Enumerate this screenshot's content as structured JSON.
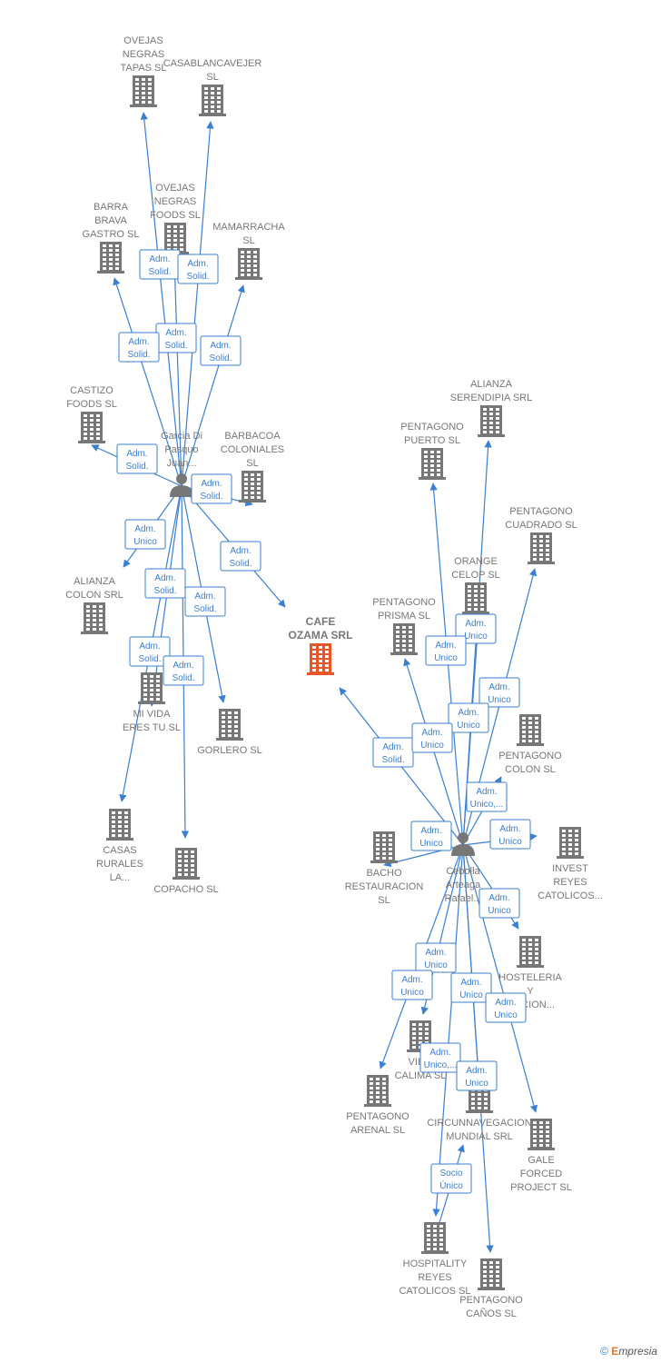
{
  "colors": {
    "edge": "#3a7fd0",
    "company": "#777777",
    "focus": "#e8562a",
    "person": "#777777"
  },
  "footer": {
    "copyright": "©",
    "brand_e": "E",
    "brand_rest": "mpresia"
  },
  "nodes": [
    {
      "id": "ovejas_tapas",
      "type": "company",
      "label": [
        "OVEJAS",
        "NEGRAS",
        "TAPAS  SL"
      ]
    },
    {
      "id": "casablanca",
      "type": "company",
      "label": [
        "CASABLANCAVEJER",
        "SL"
      ]
    },
    {
      "id": "ovejas_foods",
      "type": "company",
      "label": [
        "OVEJAS",
        "NEGRAS",
        "FOODS  SL"
      ]
    },
    {
      "id": "barra_brava",
      "type": "company",
      "label": [
        "BARRA",
        "BRAVA",
        "GASTRO  SL"
      ]
    },
    {
      "id": "mamarracha",
      "type": "company",
      "label": [
        "MAMARRACHA",
        "SL"
      ]
    },
    {
      "id": "castizo",
      "type": "company",
      "label": [
        "CASTIZO",
        "FOODS  SL"
      ]
    },
    {
      "id": "garcia",
      "type": "person",
      "label": [
        "Garcia Di",
        "Pasquo",
        "Juan..."
      ]
    },
    {
      "id": "barbacoa",
      "type": "company",
      "label": [
        "BARBACOA",
        "COLONIALES",
        "SL"
      ]
    },
    {
      "id": "alianza_colon",
      "type": "company",
      "label": [
        "ALIANZA",
        "COLON SRL"
      ]
    },
    {
      "id": "mi_vida",
      "type": "company",
      "label": [
        "MI VIDA",
        "ERES TU  SL"
      ]
    },
    {
      "id": "gorlero",
      "type": "company",
      "label": [
        "GORLERO  SL"
      ]
    },
    {
      "id": "casas_rurales",
      "type": "company",
      "label": [
        "CASAS",
        "RURALES",
        "LA..."
      ]
    },
    {
      "id": "copacho",
      "type": "company",
      "label": [
        "COPACHO  SL"
      ]
    },
    {
      "id": "cafe_ozama",
      "type": "focus",
      "label": [
        "CAFE",
        "OZAMA SRL"
      ]
    },
    {
      "id": "alianza_serendipia",
      "type": "company",
      "label": [
        "ALIANZA",
        "SERENDIPIA SRL"
      ]
    },
    {
      "id": "pent_puerto",
      "type": "company",
      "label": [
        "PENTAGONO",
        "PUERTO  SL"
      ]
    },
    {
      "id": "pent_cuadrado",
      "type": "company",
      "label": [
        "PENTAGONO",
        "CUADRADO SL"
      ]
    },
    {
      "id": "orange_celop",
      "type": "company",
      "label": [
        "ORANGE",
        "CELOP SL"
      ]
    },
    {
      "id": "pent_prisma",
      "type": "company",
      "label": [
        "PENTAGONO",
        "PRISMA  SL"
      ]
    },
    {
      "id": "pent_colon",
      "type": "company",
      "label": [
        "PENTAGONO",
        "COLON  SL"
      ]
    },
    {
      "id": "cebolla",
      "type": "person",
      "label": [
        "Cebolla",
        "Arteaga",
        "Rafael..."
      ]
    },
    {
      "id": "bacho",
      "type": "company",
      "label": [
        "BACHO",
        "RESTAURACION",
        "SL"
      ]
    },
    {
      "id": "invest_reyes",
      "type": "company",
      "label": [
        "INVEST",
        "REYES",
        "CATOLICOS..."
      ]
    },
    {
      "id": "hosteleria",
      "type": "company",
      "label": [
        "HOSTELERIA",
        "Y",
        "...CCION..."
      ]
    },
    {
      "id": "vien_calima",
      "type": "company",
      "label": [
        "VIE...",
        "CALIMA  SL"
      ]
    },
    {
      "id": "pent_arenal",
      "type": "company",
      "label": [
        "PENTAGONO",
        "ARENAL SL"
      ]
    },
    {
      "id": "circun",
      "type": "company",
      "label": [
        "CIRCUNNAVEGACION",
        "MUNDIAL SRL"
      ]
    },
    {
      "id": "gale",
      "type": "company",
      "label": [
        "GALE",
        "FORCED",
        "PROJECT  SL"
      ]
    },
    {
      "id": "hospitality",
      "type": "company",
      "label": [
        "HOSPITALITY",
        "REYES",
        "CATOLICOS  SL"
      ]
    },
    {
      "id": "pent_canos",
      "type": "company",
      "label": [
        "PENTAGONO",
        "CAÑOS  SL"
      ]
    }
  ],
  "edges": [
    {
      "from": "garcia",
      "to": "ovejas_tapas",
      "label": [
        "Adm.",
        "Solid."
      ]
    },
    {
      "from": "garcia",
      "to": "casablanca",
      "label": [
        "Adm.",
        "Solid."
      ]
    },
    {
      "from": "garcia",
      "to": "ovejas_foods",
      "label": [
        "Adm.",
        "Solid."
      ]
    },
    {
      "from": "garcia",
      "to": "barra_brava",
      "label": [
        "Adm.",
        "Solid."
      ]
    },
    {
      "from": "garcia",
      "to": "mamarracha",
      "label": [
        "Adm.",
        "Solid."
      ]
    },
    {
      "from": "garcia",
      "to": "castizo",
      "label": [
        "Adm.",
        "Solid."
      ]
    },
    {
      "from": "garcia",
      "to": "barbacoa",
      "label": [
        "Adm.",
        "Solid."
      ]
    },
    {
      "from": "garcia",
      "to": "alianza_colon",
      "label": [
        "Adm.",
        "Unico"
      ]
    },
    {
      "from": "garcia",
      "to": "cafe_ozama",
      "label": [
        "Adm.",
        "Solid."
      ]
    },
    {
      "from": "garcia",
      "to": "mi_vida",
      "label": [
        "Adm.",
        "Solid."
      ]
    },
    {
      "from": "garcia",
      "to": "gorlero",
      "label": [
        "Adm.",
        "Solid."
      ]
    },
    {
      "from": "garcia",
      "to": "casas_rurales",
      "label": [
        "Adm.",
        "Solid."
      ]
    },
    {
      "from": "garcia",
      "to": "copacho",
      "label": [
        "Adm.",
        "Solid."
      ]
    },
    {
      "from": "cebolla",
      "to": "cafe_ozama",
      "label": [
        "Adm.",
        "Solid."
      ]
    },
    {
      "from": "cebolla",
      "to": "alianza_serendipia",
      "label": [
        "Adm.",
        "Unico"
      ]
    },
    {
      "from": "cebolla",
      "to": "pent_puerto",
      "label": [
        "Adm.",
        "Unico"
      ]
    },
    {
      "from": "cebolla",
      "to": "pent_cuadrado",
      "label": [
        "Adm.",
        "Unico"
      ]
    },
    {
      "from": "cebolla",
      "to": "orange_celop",
      "label": [
        "Adm.",
        "Unico"
      ]
    },
    {
      "from": "cebolla",
      "to": "pent_prisma",
      "label": [
        "Adm.",
        "Unico"
      ]
    },
    {
      "from": "cebolla",
      "to": "pent_colon",
      "label": [
        "Adm.",
        "Unico,..."
      ]
    },
    {
      "from": "cebolla",
      "to": "invest_reyes",
      "label": [
        "Adm.",
        "Unico"
      ]
    },
    {
      "from": "cebolla",
      "to": "bacho",
      "label": [
        "Adm.",
        "Unico"
      ]
    },
    {
      "from": "cebolla",
      "to": "hosteleria",
      "label": [
        "Adm.",
        "Unico"
      ]
    },
    {
      "from": "cebolla",
      "to": "vien_calima",
      "label": [
        "Adm.",
        "Unico"
      ]
    },
    {
      "from": "cebolla",
      "to": "pent_arenal",
      "label": [
        "Adm.",
        "Unico"
      ]
    },
    {
      "from": "cebolla",
      "to": "circun",
      "label": [
        "Adm.",
        "Unico"
      ]
    },
    {
      "from": "cebolla",
      "to": "gale",
      "label": [
        "Adm.",
        "Unico"
      ]
    },
    {
      "from": "cebolla",
      "to": "hospitality",
      "label": [
        "Adm.",
        "Unico,..."
      ]
    },
    {
      "from": "cebolla",
      "to": "pent_canos",
      "label": [
        "Adm.",
        "Unico"
      ]
    },
    {
      "from": "hospitality",
      "to": "circun",
      "label": [
        "Socio",
        "Único"
      ]
    }
  ]
}
